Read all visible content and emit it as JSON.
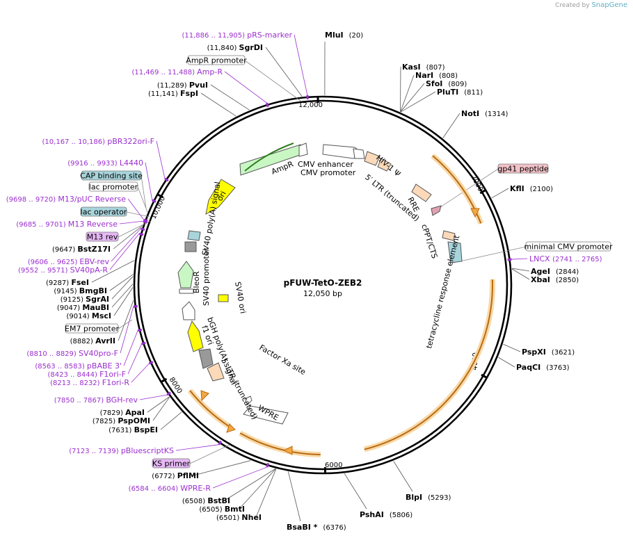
{
  "watermark": {
    "prefix": "Created by",
    "brand": "SnapGene"
  },
  "plasmid": {
    "name": "pFUW-TetO-ZEB2",
    "size_label": "12,050 bp",
    "length": 12050
  },
  "ticks": [
    {
      "label": "2000",
      "pos": 2000
    },
    {
      "label": "4000",
      "pos": 4000
    },
    {
      "label": "6000",
      "pos": 6000
    },
    {
      "label": "8000",
      "pos": 8000
    },
    {
      "label": "10,000",
      "pos": 10000
    },
    {
      "label": "12,000",
      "pos": 12000
    }
  ],
  "enzymes_right": [
    {
      "name": "MluI",
      "pos": "(20)",
      "site": 20
    },
    {
      "name": "KasI",
      "pos": "(807)",
      "site": 807
    },
    {
      "name": "NarI",
      "pos": "(808)",
      "site": 808
    },
    {
      "name": "SfoI",
      "pos": "(809)",
      "site": 809
    },
    {
      "name": "PluTI",
      "pos": "(811)",
      "site": 811
    },
    {
      "name": "NotI",
      "pos": "(1314)",
      "site": 1314
    },
    {
      "name": "KflI",
      "pos": "(2100)",
      "site": 2100
    },
    {
      "name": "AgeI",
      "pos": "(2844)",
      "site": 2844
    },
    {
      "name": "XbaI",
      "pos": "(2850)",
      "site": 2850
    },
    {
      "name": "PspXI",
      "pos": "(3621)",
      "site": 3621
    },
    {
      "name": "PaqCI",
      "pos": "(3763)",
      "site": 3763
    },
    {
      "name": "BlpI",
      "pos": "(5293)",
      "site": 5293
    },
    {
      "name": "PshAI",
      "pos": "(5806)",
      "site": 5806
    },
    {
      "name": "BsaBI *",
      "pos": "(6376)",
      "site": 6376
    }
  ],
  "enzymes_left": [
    {
      "name": "SgrDI",
      "pos": "(11,840)",
      "site": 11840
    },
    {
      "name": "PvuI",
      "pos": "(11,289)",
      "site": 11289
    },
    {
      "name": "FspI",
      "pos": "(11,141)",
      "site": 11141
    },
    {
      "name": "BstZ17I",
      "pos": "(9647)",
      "site": 9647
    },
    {
      "name": "FseI",
      "pos": "(9287)",
      "site": 9287
    },
    {
      "name": "BmgBI",
      "pos": "(9145)",
      "site": 9145
    },
    {
      "name": "SgrAI",
      "pos": "(9125)",
      "site": 9125
    },
    {
      "name": "MauBI",
      "pos": "(9047)",
      "site": 9047
    },
    {
      "name": "MscI",
      "pos": "(9014)",
      "site": 9014
    },
    {
      "name": "AvrII",
      "pos": "(8882)",
      "site": 8882
    },
    {
      "name": "ApaI",
      "pos": "(7829)",
      "site": 7829
    },
    {
      "name": "PspOMI",
      "pos": "(7825)",
      "site": 7825
    },
    {
      "name": "BspEI",
      "pos": "(7631)",
      "site": 7631
    },
    {
      "name": "PflMI",
      "pos": "(6772)",
      "site": 6772
    },
    {
      "name": "BstBI",
      "pos": "(6508)",
      "site": 6508
    },
    {
      "name": "BmtI",
      "pos": "(6505)",
      "site": 6505
    },
    {
      "name": "NheI",
      "pos": "(6501)",
      "site": 6501
    }
  ],
  "primers": [
    {
      "name": "pRS-marker",
      "pos": "(11,886 .. 11,905)",
      "site": 11895
    },
    {
      "name": "Amp-R",
      "pos": "(11,469 .. 11,488)",
      "site": 11478
    },
    {
      "name": "pBR322ori-F",
      "pos": "(10,167 .. 10,186)",
      "site": 10176
    },
    {
      "name": "L4440",
      "pos": "(9916 .. 9933)",
      "site": 9924
    },
    {
      "name": "M13/pUC Reverse",
      "pos": "(9698 .. 9720)",
      "site": 9709
    },
    {
      "name": "M13 Reverse",
      "pos": "(9685 .. 9701)",
      "site": 9693
    },
    {
      "name": "EBV-rev",
      "pos": "(9606 .. 9625)",
      "site": 9615
    },
    {
      "name": "SV40pA-R",
      "pos": "(9552 .. 9571)",
      "site": 9561
    },
    {
      "name": "SV40pro-F",
      "pos": "(8810 .. 8829)",
      "site": 8819
    },
    {
      "name": "pBABE 3'",
      "pos": "(8563 .. 8583)",
      "site": 8573
    },
    {
      "name": "F1ori-F",
      "pos": "(8423 .. 8444)",
      "site": 8433
    },
    {
      "name": "F1ori-R",
      "pos": "(8213 .. 8232)",
      "site": 8222
    },
    {
      "name": "BGH-rev",
      "pos": "(7850 .. 7867)",
      "site": 7858
    },
    {
      "name": "pBluescriptKS",
      "pos": "(7123 .. 7139)",
      "site": 7131
    },
    {
      "name": "WPRE-R",
      "pos": "(6584 .. 6604)",
      "site": 6594
    },
    {
      "name": "LNCX",
      "pos": "(2741 .. 2765)",
      "site": 2753
    }
  ],
  "boxed_labels": [
    {
      "name": "AmpR promoter",
      "style": "white"
    },
    {
      "name": "CAP binding site",
      "style": "teal"
    },
    {
      "name": "lac promoter",
      "style": "white"
    },
    {
      "name": "lac operator",
      "style": "teal"
    },
    {
      "name": "M13 rev",
      "style": "purple"
    },
    {
      "name": "EM7 promoter",
      "style": "white"
    },
    {
      "name": "KS primer",
      "style": "purple"
    },
    {
      "name": "gp41 peptide",
      "style": "pink"
    },
    {
      "name": "minimal CMV promoter",
      "style": "white"
    }
  ],
  "features_inner": [
    {
      "name": "AmpR"
    },
    {
      "name": "CMV enhancer"
    },
    {
      "name": "CMV promoter"
    },
    {
      "name": "HIV-1 Ψ"
    },
    {
      "name": "5′ LTR (truncated)"
    },
    {
      "name": "RRE"
    },
    {
      "name": "cPPT/CTS"
    },
    {
      "name": "tetracycline response element"
    },
    {
      "name": "ori"
    },
    {
      "name": "SV40 poly(A) signal"
    },
    {
      "name": "BleoR"
    },
    {
      "name": "SV40 promoter"
    },
    {
      "name": "SV40 ori"
    },
    {
      "name": "bGH poly(A) signal"
    },
    {
      "name": "f1 ori"
    },
    {
      "name": "5′ LTR (truncated)"
    },
    {
      "name": "Factor Xa site"
    },
    {
      "name": "WPRE"
    }
  ],
  "colors": {
    "backbone": "#000000",
    "orange_feature": "#f4a640",
    "purple_primer": "#9b2ecf",
    "ampr_green": "#c9f7c4",
    "ori_yellow": "#ffff00",
    "ltr_peach": "#fcd9b8",
    "teal_box": "#a8d4dc",
    "purple_box": "#e6b8f5",
    "pink_box": "#f2c2c8"
  }
}
